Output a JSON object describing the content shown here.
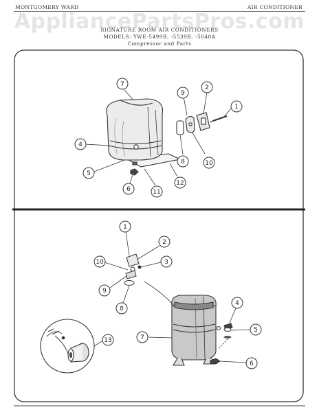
{
  "header": {
    "brand": "MONTGOMERY WARD",
    "category": "AIR CONDITIONER"
  },
  "watermark": "AppliancePartsPros.com",
  "title": {
    "line1": "SIGNATURE ROOM AIR CONDITIONERS",
    "line2": "MODELS: YWE-5499B, -5539B, -5640A",
    "line3": "Compressor and Parts"
  },
  "upper_callouts": [
    "7",
    "9",
    "2",
    "1",
    "4",
    "5",
    "8",
    "10",
    "6",
    "11",
    "12"
  ],
  "lower_callouts": [
    "1",
    "2",
    "10",
    "3",
    "9",
    "8",
    "4",
    "5",
    "7",
    "6",
    "13"
  ]
}
